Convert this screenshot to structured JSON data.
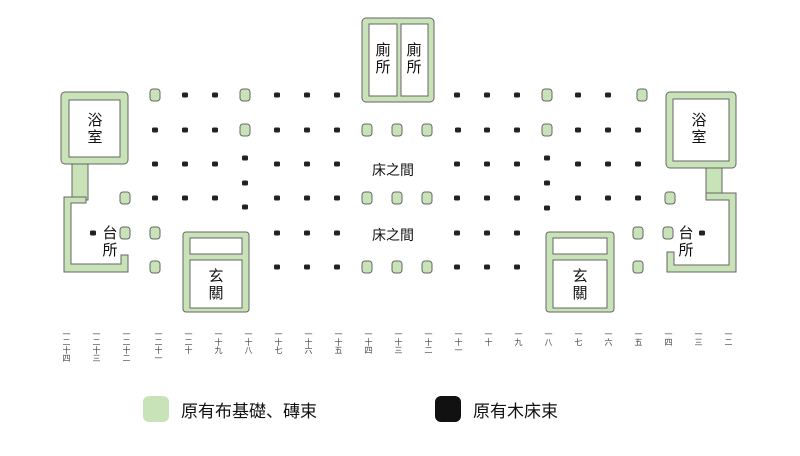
{
  "rooms": {
    "toilet_1": "廁所",
    "toilet_2": "廁所",
    "bath_left": "浴室",
    "bath_right": "浴室",
    "kitchen_left": "台所",
    "kitchen_right": "台所",
    "entrance_left": "玄關",
    "entrance_right": "玄關",
    "floor_upper": "床之間",
    "floor_lower": "床之間"
  },
  "axis_labels": [
    "一二十四",
    "一二十三",
    "一二十二",
    "一二十一",
    "一二十",
    "一十九",
    "一十八",
    "一十七",
    "一十六",
    "一十五",
    "一十四",
    "一十三",
    "一十二",
    "一十一",
    "一十",
    "一九",
    "一八",
    "一七",
    "一六",
    "一五",
    "一四",
    "一三",
    "一二"
  ],
  "legend": {
    "items": [
      {
        "label": "原有布基礎、磚束",
        "color": "#c9e3b8"
      },
      {
        "label": "原有木床束",
        "color": "#111111"
      }
    ]
  },
  "colors": {
    "wall_fill": "#c9e3b8",
    "wall_line": "#555555"
  }
}
